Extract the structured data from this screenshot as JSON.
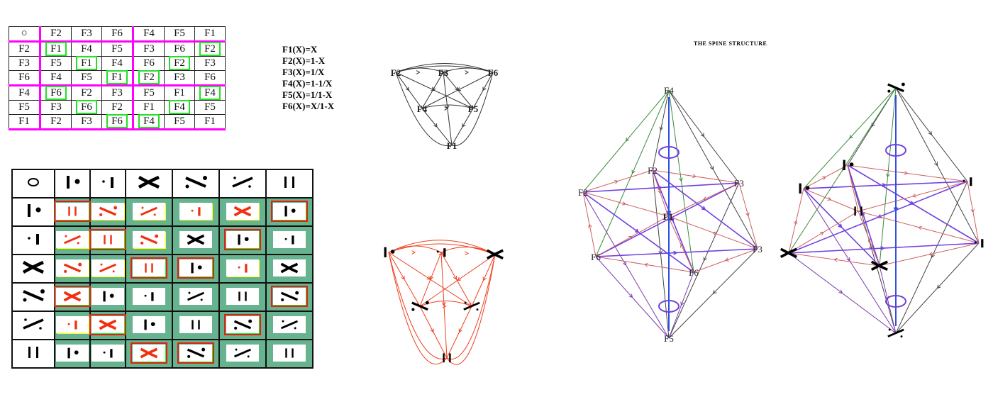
{
  "function_table": {
    "rows": [
      [
        "O",
        "F2",
        "F3",
        "F6",
        "F4",
        "F5",
        "F1"
      ],
      [
        "F2",
        "F1",
        "F4",
        "F5",
        "F3",
        "F6",
        "F2"
      ],
      [
        "F3",
        "F5",
        "F1",
        "F4",
        "F6",
        "F2",
        "F3"
      ],
      [
        "F6",
        "F4",
        "F5",
        "F1",
        "F2",
        "F3",
        "F6"
      ],
      [
        "F4",
        "F6",
        "F2",
        "F3",
        "F5",
        "F1",
        "F4"
      ],
      [
        "F5",
        "F3",
        "F6",
        "F2",
        "F1",
        "F4",
        "F5"
      ],
      [
        "F1",
        "F2",
        "F3",
        "F6",
        "F4",
        "F5",
        "F1"
      ]
    ],
    "highlighted": [
      [
        1,
        1
      ],
      [
        1,
        6
      ],
      [
        2,
        2
      ],
      [
        2,
        5
      ],
      [
        3,
        3
      ],
      [
        3,
        4
      ],
      [
        4,
        1
      ],
      [
        4,
        6
      ],
      [
        5,
        2
      ],
      [
        5,
        5
      ],
      [
        6,
        3
      ],
      [
        6,
        4
      ]
    ]
  },
  "symbol_table": {
    "symbols": {
      "O": "circle",
      "F1": "double-bar",
      "F2": "bar-dot",
      "F3": "dot-bar",
      "F4": "backslash-dots",
      "F5": "slash-dots",
      "F6": "cross"
    },
    "red_cells": [
      [
        1,
        1
      ],
      [
        1,
        2
      ],
      [
        1,
        3
      ],
      [
        1,
        4
      ],
      [
        1,
        5
      ],
      [
        2,
        1
      ],
      [
        2,
        2
      ],
      [
        2,
        3
      ],
      [
        3,
        1
      ],
      [
        3,
        2
      ],
      [
        3,
        3
      ],
      [
        3,
        5
      ],
      [
        4,
        1
      ],
      [
        5,
        1
      ],
      [
        5,
        2
      ],
      [
        6,
        3
      ]
    ],
    "colors": {
      "cell_bg": "#67b28f",
      "red": "#f03010",
      "box_red": "#e02010",
      "box_green": "#22e022"
    }
  },
  "formulas": [
    "F1(X)=X",
    "F2(X)=1-X",
    "F3(X)=1/X",
    "F4(X)=1-1/X",
    "F5(X)=1/1-X",
    "F6(X)=X/1-X"
  ],
  "graph_labels": {
    "F1": "F1",
    "F2": "F2",
    "F3": "F3",
    "F4": "F4",
    "F5": "F5",
    "F6": "F6"
  },
  "spine": {
    "title": "THE SPINE STRUCTURE",
    "labels": {
      "top": "F4",
      "f2a": "F2",
      "f2b": "F2",
      "f3a": "F3",
      "f1": "F1",
      "f6a": "F6",
      "f3b": "F3",
      "f6b": "F6",
      "bottom": "F5"
    }
  }
}
